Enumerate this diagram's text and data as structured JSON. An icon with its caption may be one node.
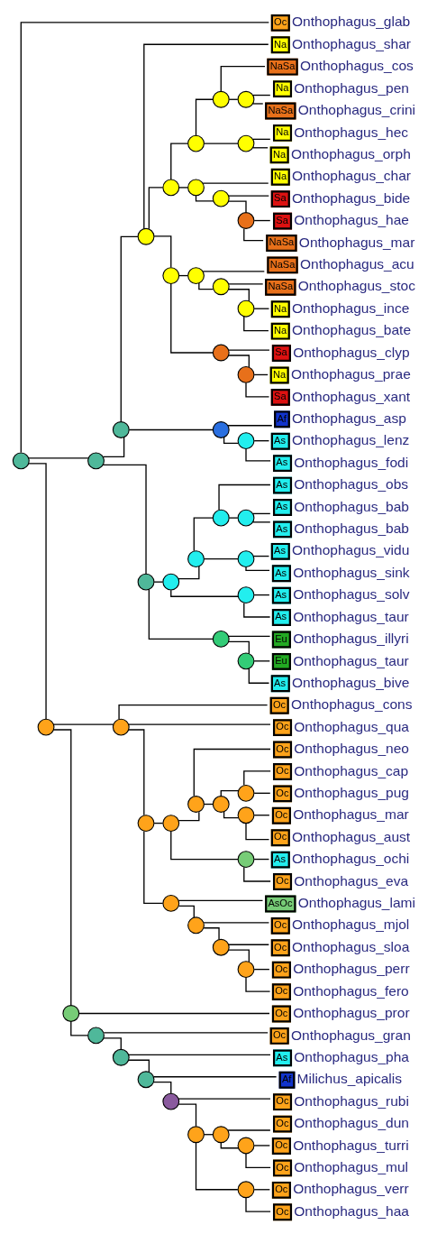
{
  "diagram": {
    "nodes": [
      {
        "text": [
          "Na"
        ],
        "beside": [
          "Onthophagus_pen"
        ]
      },
      {
        "text": [
          "NaSa"
        ],
        "beside": [
          "Onthophagus_crini"
        ]
      },
      {
        "text": [
          "NaSa"
        ],
        "beside": [
          "Onthophagus_cos"
        ]
      },
      {
        "text": [
          "Na"
        ],
        "beside": [
          "Onthophagus_hec"
        ]
      },
      {
        "text": [
          "Na"
        ],
        "beside": [
          "Onthophagus_orph"
        ]
      },
      {
        "text": [
          "Sa"
        ],
        "beside": [
          "Onthophagus_hae"
        ]
      },
      {
        "text": [
          "NaSa"
        ],
        "beside": [
          "Onthophagus_mar"
        ]
      },
      {
        "text": [
          "Sa"
        ],
        "beside": [
          "Onthophagus_bide"
        ]
      },
      {
        "text": [
          "Na"
        ],
        "beside": [
          "Onthophagus_char"
        ]
      },
      {
        "text": [
          "Na"
        ],
        "beside": [
          "Onthophagus_shar"
        ]
      },
      {
        "text": [
          "Na"
        ],
        "beside": [
          "Onthophagus_ince"
        ]
      },
      {
        "text": [
          "Na"
        ],
        "beside": [
          "Onthophagus_bate"
        ]
      },
      {
        "text": [
          "NaSa"
        ],
        "beside": [
          "Onthophagus_stoc"
        ]
      },
      {
        "text": [
          "NaSa"
        ],
        "beside": [
          "Onthophagus_acu"
        ]
      },
      {
        "text": [
          "Na"
        ],
        "beside": [
          "Onthophagus_prae"
        ]
      },
      {
        "text": [
          "Sa"
        ],
        "beside": [
          "Onthophagus_xant"
        ]
      },
      {
        "text": [
          "Sa"
        ],
        "beside": [
          "Onthophagus_clyp"
        ]
      },
      {
        "text": [
          "As"
        ],
        "beside": [
          "Onthophagus_lenz"
        ]
      },
      {
        "text": [
          "As"
        ],
        "beside": [
          "Onthophagus_fodi"
        ]
      },
      {
        "text": [
          "Af"
        ],
        "beside": [
          "Onthophagus_asp"
        ]
      },
      {
        "text": [
          "As"
        ],
        "beside": [
          "Onthophagus_bab"
        ]
      },
      {
        "text": [
          "As"
        ],
        "beside": [
          "Onthophagus_bab"
        ]
      },
      {
        "text": [
          "As"
        ],
        "beside": [
          "Onthophagus_obs"
        ]
      },
      {
        "text": [
          "As"
        ],
        "beside": [
          "Onthophagus_vidu"
        ]
      },
      {
        "text": [
          "As"
        ],
        "beside": [
          "Onthophagus_sink"
        ]
      },
      {
        "text": [
          "As"
        ],
        "beside": [
          "Onthophagus_solv"
        ]
      },
      {
        "text": [
          "As"
        ],
        "beside": [
          "Onthophagus_taur"
        ]
      },
      {
        "text": [
          "Eu"
        ],
        "beside": [
          "Onthophagus_taur"
        ]
      },
      {
        "text": [
          "As"
        ],
        "beside": [
          "Onthophagus_bive"
        ]
      },
      {
        "text": [
          "Eu"
        ],
        "beside": [
          "Onthophagus_illyri"
        ]
      },
      {
        "text": [
          "Oc"
        ],
        "beside": [
          "Onthophagus_cap"
        ]
      },
      {
        "text": [
          "Oc"
        ],
        "beside": [
          "Onthophagus_pug"
        ]
      },
      {
        "text": [
          "Oc"
        ],
        "beside": [
          "Onthophagus_mar"
        ]
      },
      {
        "text": [
          "Oc"
        ],
        "beside": [
          "Onthophagus_aust"
        ]
      },
      {
        "text": [
          "Oc"
        ],
        "beside": [
          "Onthophagus_neo"
        ]
      },
      {
        "text": [
          "As"
        ],
        "beside": [
          "Onthophagus_ochi"
        ]
      },
      {
        "text": [
          "Oc"
        ],
        "beside": [
          "Onthophagus_eva"
        ]
      },
      {
        "text": [
          "Oc"
        ],
        "beside": [
          "Onthophagus_perr"
        ]
      },
      {
        "text": [
          "Oc"
        ],
        "beside": [
          "Onthophagus_fero"
        ]
      },
      {
        "text": [
          "Oc"
        ],
        "beside": [
          "Onthophagus_sloa"
        ]
      },
      {
        "text": [
          "Oc"
        ],
        "beside": [
          "Onthophagus_mjol"
        ]
      },
      {
        "text": [
          "AsOc"
        ],
        "beside": [
          "Onthophagus_lami"
        ]
      },
      {
        "text": [
          "Oc"
        ],
        "beside": [
          "Onthophagus_cons"
        ]
      },
      {
        "text": [
          "Oc"
        ],
        "beside": [
          "Onthophagus_qua"
        ]
      },
      {
        "text": [
          "Oc"
        ],
        "beside": [
          "Onthophagus_turri"
        ]
      },
      {
        "text": [
          "Oc"
        ],
        "beside": [
          "Onthophagus_mul"
        ]
      },
      {
        "text": [
          "Oc"
        ],
        "beside": [
          "Onthophagus_dun"
        ]
      },
      {
        "text": [
          "Oc"
        ],
        "beside": [
          "Onthophagus_verr"
        ]
      },
      {
        "text": [
          "Oc"
        ],
        "beside": [
          "Onthophagus_haa"
        ]
      },
      {
        "text": [
          "Oc"
        ],
        "beside": [
          "Onthophagus_rubi"
        ]
      },
      {
        "text": [
          "Af"
        ],
        "beside": [
          "Milichus_apicalis"
        ]
      },
      {
        "text": [
          "As"
        ],
        "beside": [
          "Onthophagus_pha"
        ]
      },
      {
        "text": [
          "Oc"
        ],
        "beside": [
          "Onthophagus_gran"
        ]
      },
      {
        "text": [
          "Oc"
        ],
        "beside": [
          "Onthophagus_pror"
        ]
      },
      {
        "text": [
          "Oc"
        ],
        "beside": [
          "Onthophagus_glab"
        ]
      },
      {
        "text": [],
        "shape": "circle"
      },
      {
        "text": [],
        "shape": "circle"
      },
      {
        "text": [],
        "shape": "circle"
      },
      {
        "text": [],
        "shape": "circle"
      },
      {
        "text": [],
        "shape": "circle"
      },
      {
        "text": [],
        "shape": "circle"
      },
      {
        "text": [],
        "shape": "circle"
      },
      {
        "text": [],
        "shape": "circle"
      },
      {
        "text": [],
        "shape": "circle"
      },
      {
        "text": [],
        "shape": "circle"
      },
      {
        "text": [],
        "shape": "circle"
      },
      {
        "text": [],
        "shape": "circle"
      },
      {
        "text": [],
        "shape": "circle"
      },
      {
        "text": [],
        "shape": "circle"
      },
      {
        "text": [],
        "shape": "circle"
      },
      {
        "text": [],
        "shape": "circle"
      },
      {
        "text": [],
        "shape": "circle"
      },
      {
        "text": [],
        "shape": "circle"
      },
      {
        "text": [],
        "shape": "circle"
      },
      {
        "text": [],
        "shape": "circle"
      },
      {
        "text": [],
        "shape": "circle"
      },
      {
        "text": [],
        "shape": "circle"
      },
      {
        "text": [],
        "shape": "circle"
      },
      {
        "text": [],
        "shape": "circle"
      },
      {
        "text": [],
        "shape": "circle"
      },
      {
        "text": [],
        "shape": "circle"
      },
      {
        "text": [],
        "shape": "circle"
      },
      {
        "text": [],
        "shape": "circle"
      },
      {
        "text": [],
        "shape": "circle"
      },
      {
        "text": [],
        "shape": "circle"
      },
      {
        "text": [],
        "shape": "circle"
      },
      {
        "text": [],
        "shape": "circle"
      },
      {
        "text": [],
        "shape": "circle"
      },
      {
        "text": [],
        "shape": "circle"
      },
      {
        "text": [],
        "shape": "circle"
      },
      {
        "text": [],
        "shape": "circle"
      },
      {
        "text": [],
        "shape": "circle"
      },
      {
        "text": [],
        "shape": "circle"
      },
      {
        "text": [],
        "shape": "circle"
      },
      {
        "text": [],
        "shape": "circle"
      },
      {
        "text": [],
        "shape": "circle"
      },
      {
        "text": [],
        "shape": "circle"
      },
      {
        "text": [],
        "shape": "circle"
      },
      {
        "text": [],
        "shape": "circle"
      },
      {
        "text": [],
        "shape": "circle"
      },
      {
        "text": [],
        "shape": "circle"
      },
      {
        "text": [],
        "shape": "circle"
      },
      {
        "text": [],
        "shape": "circle"
      },
      {
        "text": [],
        "shape": "circle"
      },
      {
        "text": [],
        "shape": "circle"
      },
      {
        "text": [],
        "shape": "circle"
      }
    ],
    "edges": [
      {
        "from": 105,
        "to": 82,
        "arrow": "none"
      },
      {
        "from": 105,
        "to": 104,
        "arrow": "none"
      },
      {
        "from": 105,
        "to": 54,
        "arrow": "none"
      },
      {
        "from": 82,
        "to": 72,
        "arrow": "none"
      },
      {
        "from": 82,
        "to": 81,
        "arrow": "none"
      },
      {
        "from": 72,
        "to": 69,
        "arrow": "none"
      },
      {
        "from": 72,
        "to": 71,
        "arrow": "none"
      },
      {
        "from": 69,
        "to": 62,
        "arrow": "none"
      },
      {
        "from": 69,
        "to": 9,
        "arrow": "none"
      },
      {
        "from": 69,
        "to": 68,
        "arrow": "none"
      },
      {
        "from": 62,
        "to": 58,
        "arrow": "none"
      },
      {
        "from": 62,
        "to": 61,
        "arrow": "none"
      },
      {
        "from": 58,
        "to": 56,
        "arrow": "none"
      },
      {
        "from": 58,
        "to": 57,
        "arrow": "none"
      },
      {
        "from": 56,
        "to": 55,
        "arrow": "none"
      },
      {
        "from": 56,
        "to": 2,
        "arrow": "none"
      },
      {
        "from": 55,
        "to": 0,
        "arrow": "none"
      },
      {
        "from": 55,
        "to": 1,
        "arrow": "none"
      },
      {
        "from": 57,
        "to": 3,
        "arrow": "none"
      },
      {
        "from": 57,
        "to": 4,
        "arrow": "none"
      },
      {
        "from": 61,
        "to": 60,
        "arrow": "none"
      },
      {
        "from": 61,
        "to": 8,
        "arrow": "none"
      },
      {
        "from": 60,
        "to": 59,
        "arrow": "none"
      },
      {
        "from": 60,
        "to": 7,
        "arrow": "none"
      },
      {
        "from": 59,
        "to": 5,
        "arrow": "none"
      },
      {
        "from": 59,
        "to": 6,
        "arrow": "none"
      },
      {
        "from": 68,
        "to": 65,
        "arrow": "none"
      },
      {
        "from": 68,
        "to": 67,
        "arrow": "none"
      },
      {
        "from": 65,
        "to": 64,
        "arrow": "none"
      },
      {
        "from": 65,
        "to": 13,
        "arrow": "none"
      },
      {
        "from": 64,
        "to": 63,
        "arrow": "none"
      },
      {
        "from": 64,
        "to": 12,
        "arrow": "none"
      },
      {
        "from": 63,
        "to": 10,
        "arrow": "none"
      },
      {
        "from": 63,
        "to": 11,
        "arrow": "none"
      },
      {
        "from": 67,
        "to": 66,
        "arrow": "none"
      },
      {
        "from": 67,
        "to": 16,
        "arrow": "none"
      },
      {
        "from": 66,
        "to": 14,
        "arrow": "none"
      },
      {
        "from": 66,
        "to": 15,
        "arrow": "none"
      },
      {
        "from": 71,
        "to": 70,
        "arrow": "none"
      },
      {
        "from": 71,
        "to": 19,
        "arrow": "none"
      },
      {
        "from": 70,
        "to": 17,
        "arrow": "none"
      },
      {
        "from": 70,
        "to": 18,
        "arrow": "none"
      },
      {
        "from": 81,
        "to": 78,
        "arrow": "none"
      },
      {
        "from": 81,
        "to": 80,
        "arrow": "none"
      },
      {
        "from": 78,
        "to": 76,
        "arrow": "none"
      },
      {
        "from": 78,
        "to": 77,
        "arrow": "none"
      },
      {
        "from": 76,
        "to": 74,
        "arrow": "none"
      },
      {
        "from": 76,
        "to": 75,
        "arrow": "none"
      },
      {
        "from": 74,
        "to": 73,
        "arrow": "none"
      },
      {
        "from": 74,
        "to": 22,
        "arrow": "none"
      },
      {
        "from": 73,
        "to": 20,
        "arrow": "none"
      },
      {
        "from": 73,
        "to": 21,
        "arrow": "none"
      },
      {
        "from": 75,
        "to": 23,
        "arrow": "none"
      },
      {
        "from": 75,
        "to": 24,
        "arrow": "none"
      },
      {
        "from": 77,
        "to": 25,
        "arrow": "none"
      },
      {
        "from": 77,
        "to": 26,
        "arrow": "none"
      },
      {
        "from": 80,
        "to": 79,
        "arrow": "none"
      },
      {
        "from": 80,
        "to": 29,
        "arrow": "none"
      },
      {
        "from": 79,
        "to": 27,
        "arrow": "none"
      },
      {
        "from": 79,
        "to": 28,
        "arrow": "none"
      },
      {
        "from": 104,
        "to": 94,
        "arrow": "none"
      },
      {
        "from": 104,
        "to": 103,
        "arrow": "none"
      },
      {
        "from": 94,
        "to": 93,
        "arrow": "none"
      },
      {
        "from": 94,
        "to": 42,
        "arrow": "none"
      },
      {
        "from": 94,
        "to": 43,
        "arrow": "none"
      },
      {
        "from": 93,
        "to": 88,
        "arrow": "none"
      },
      {
        "from": 93,
        "to": 92,
        "arrow": "none"
      },
      {
        "from": 88,
        "to": 86,
        "arrow": "none"
      },
      {
        "from": 88,
        "to": 87,
        "arrow": "none"
      },
      {
        "from": 86,
        "to": 85,
        "arrow": "none"
      },
      {
        "from": 86,
        "to": 34,
        "arrow": "none"
      },
      {
        "from": 85,
        "to": 83,
        "arrow": "none"
      },
      {
        "from": 85,
        "to": 84,
        "arrow": "none"
      },
      {
        "from": 83,
        "to": 30,
        "arrow": "none"
      },
      {
        "from": 83,
        "to": 31,
        "arrow": "none"
      },
      {
        "from": 84,
        "to": 32,
        "arrow": "none"
      },
      {
        "from": 84,
        "to": 33,
        "arrow": "none"
      },
      {
        "from": 87,
        "to": 35,
        "arrow": "none"
      },
      {
        "from": 87,
        "to": 36,
        "arrow": "none"
      },
      {
        "from": 92,
        "to": 91,
        "arrow": "none"
      },
      {
        "from": 92,
        "to": 41,
        "arrow": "none"
      },
      {
        "from": 91,
        "to": 90,
        "arrow": "none"
      },
      {
        "from": 91,
        "to": 40,
        "arrow": "none"
      },
      {
        "from": 90,
        "to": 89,
        "arrow": "none"
      },
      {
        "from": 90,
        "to": 39,
        "arrow": "none"
      },
      {
        "from": 89,
        "to": 37,
        "arrow": "none"
      },
      {
        "from": 89,
        "to": 38,
        "arrow": "none"
      },
      {
        "from": 103,
        "to": 102,
        "arrow": "none"
      },
      {
        "from": 103,
        "to": 53,
        "arrow": "none"
      },
      {
        "from": 102,
        "to": 101,
        "arrow": "none"
      },
      {
        "from": 102,
        "to": 52,
        "arrow": "none"
      },
      {
        "from": 101,
        "to": 100,
        "arrow": "none"
      },
      {
        "from": 101,
        "to": 51,
        "arrow": "none"
      },
      {
        "from": 100,
        "to": 99,
        "arrow": "none"
      },
      {
        "from": 100,
        "to": 50,
        "arrow": "none"
      },
      {
        "from": 99,
        "to": 98,
        "arrow": "none"
      },
      {
        "from": 99,
        "to": 49,
        "arrow": "none"
      },
      {
        "from": 98,
        "to": 96,
        "arrow": "none"
      },
      {
        "from": 98,
        "to": 97,
        "arrow": "none"
      },
      {
        "from": 96,
        "to": 95,
        "arrow": "none"
      },
      {
        "from": 96,
        "to": 46,
        "arrow": "none"
      },
      {
        "from": 95,
        "to": 44,
        "arrow": "none"
      },
      {
        "from": 95,
        "to": 45,
        "arrow": "none"
      },
      {
        "from": 97,
        "to": 47,
        "arrow": "none"
      },
      {
        "from": 97,
        "to": 48,
        "arrow": "none"
      }
    ]
  }
}
